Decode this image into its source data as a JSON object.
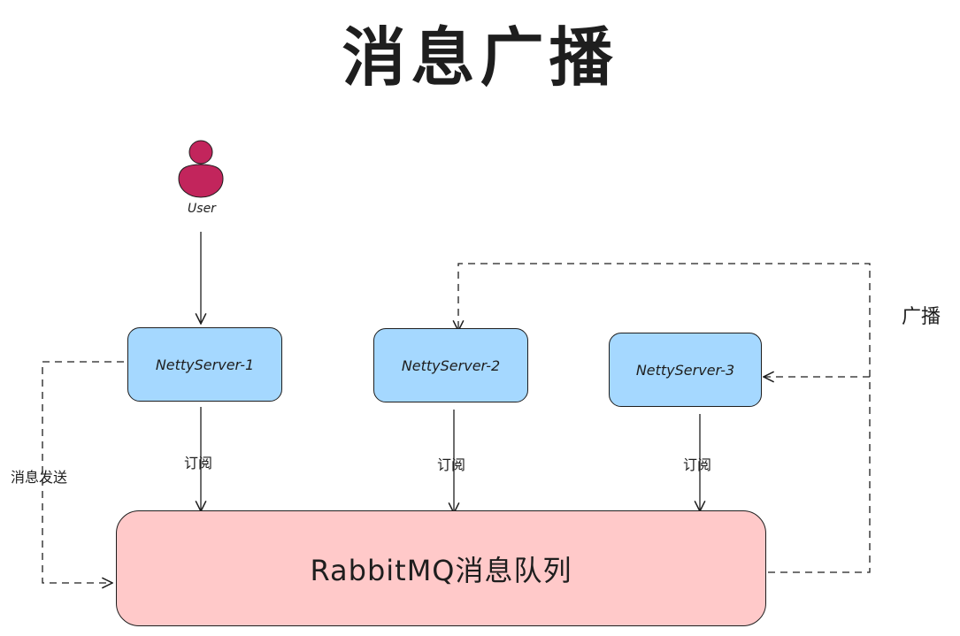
{
  "title": "消息广播",
  "user": {
    "label": "User",
    "color": "#c2255c"
  },
  "servers": [
    {
      "label": "NettyServer-1",
      "fill": "#a5d8ff"
    },
    {
      "label": "NettyServer-2",
      "fill": "#a5d8ff"
    },
    {
      "label": "NettyServer-3",
      "fill": "#a5d8ff"
    }
  ],
  "queue": {
    "label": "RabbitMQ消息队列",
    "fill": "#ffc9c9"
  },
  "edges": {
    "subscribe_label": "订阅",
    "send_label": "消息发送",
    "broadcast_label": "广播"
  }
}
